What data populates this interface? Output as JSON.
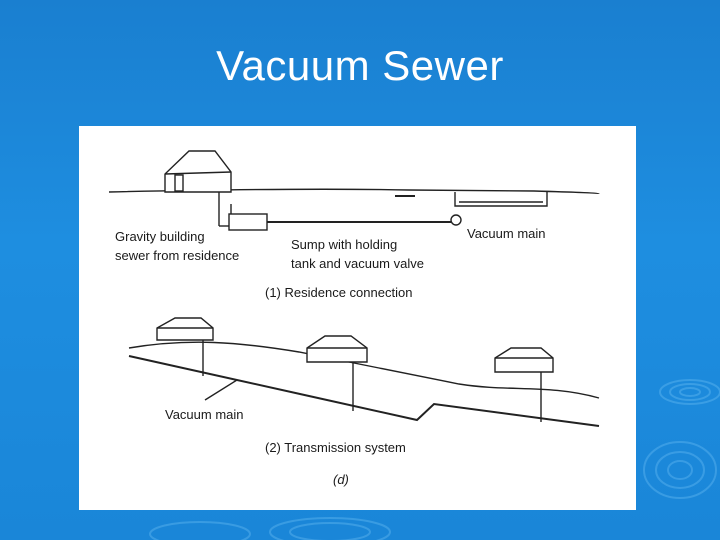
{
  "slide": {
    "title": "Vacuum Sewer"
  },
  "diagram": {
    "labels": {
      "gravity_line1": "Gravity building",
      "gravity_line2": "sewer from residence",
      "sump_line1": "Sump with holding",
      "sump_line2": "tank and vacuum valve",
      "vacuum_main_top": "Vacuum main",
      "residence_caption": "(1) Residence connection",
      "vacuum_main_bottom": "Vacuum main",
      "transmission_caption": "(2) Transmission system",
      "figure_letter": "(d)"
    }
  },
  "colors": {
    "background": "#1a86d8",
    "title_text": "#ffffff",
    "panel": "#ffffff",
    "line": "#222222"
  }
}
